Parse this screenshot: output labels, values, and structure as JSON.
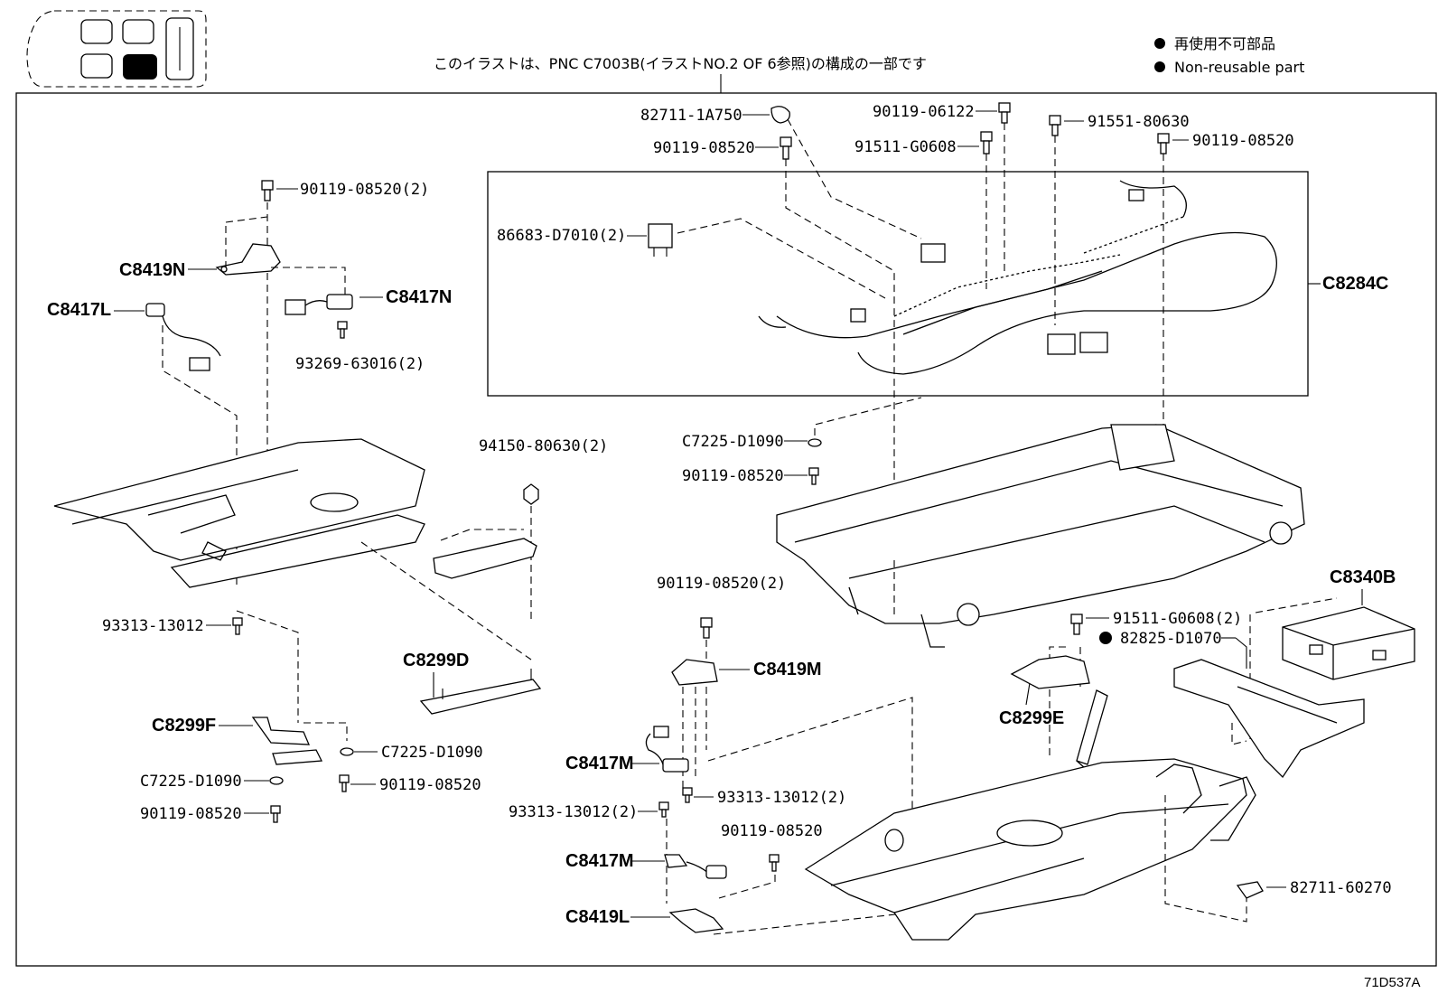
{
  "note": "このイラストは、PNC C7003B(イラストNO.2 OF 6参照)の構成の一部です",
  "legend": {
    "jp": "再使用不可部品",
    "en": "Non-reusable part"
  },
  "figure_id": "71D537A",
  "parts": {
    "p82711_1A750": "82711-1A750",
    "p90119_06122": "90119-06122",
    "p91551_80630": "91551-80630",
    "p90119_08520_a": "90119-08520",
    "p91511_G0608": "91511-G0608",
    "p90119_08520_b": "90119-08520",
    "p90119_08520_2_a": "90119-08520(2)",
    "p86683_D7010": "86683-D7010(2)",
    "C8284C": "C8284C",
    "C8419N": "C8419N",
    "C8417N": "C8417N",
    "C8417L": "C8417L",
    "p93269_63016": "93269-63016(2)",
    "p94150_80630": "94150-80630(2)",
    "C7225_D1090_a": "C7225-D1090",
    "p90119_08520_c": "90119-08520",
    "p93313_13012": "93313-13012",
    "C8299D": "C8299D",
    "C8299F": "C8299F",
    "C7225_D1090_b": "C7225-D1090",
    "p90119_08520_d": "90119-08520",
    "C7225_D1090_c": "C7225-D1090",
    "p90119_08520_e": "90119-08520",
    "p90119_08520_2_b": "90119-08520(2)",
    "C8419M": "C8419M",
    "C8417M_a": "C8417M",
    "p93313_13012_2_a": "93313-13012(2)",
    "p93313_13012_2_b": "93313-13012(2)",
    "p90119_08520_f": "90119-08520",
    "C8417M_b": "C8417M",
    "C8419L": "C8419L",
    "p91511_G0608_2": "91511-G0608(2)",
    "p82825_D1070": "82825-D1070",
    "C8340B": "C8340B",
    "C8299E": "C8299E",
    "p82711_60270": "82711-60270"
  }
}
